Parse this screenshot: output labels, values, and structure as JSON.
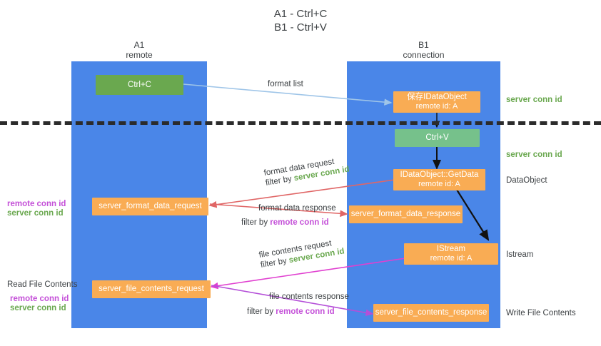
{
  "title": "A1 - Ctrl+C\nB1 - Ctrl+V",
  "lanes": {
    "a": {
      "name": "A1",
      "role": "remote",
      "header": "A1\nremote",
      "color": "#4a86e8"
    },
    "b": {
      "name": "B1",
      "role": "connection",
      "header": "B1\nconnection",
      "color": "#4a86e8"
    }
  },
  "nodes": {
    "ctrl_c": {
      "label": "Ctrl+C",
      "color": "#6aa84f"
    },
    "save_dataobject": {
      "line1": "保存IDataObject",
      "line2": "remote id: A",
      "color": "#f9ac54"
    },
    "ctrl_v": {
      "label": "Ctrl+V",
      "color": "#76c18b"
    },
    "getdata": {
      "line1": "IDataObject::GetData",
      "line2": "remote id: A",
      "color": "#f9ac54"
    },
    "istream": {
      "line1": "IStream",
      "line2": "remote id: A",
      "color": "#f9ac54"
    },
    "format_data_request": {
      "label": "server_format_data_request",
      "color": "#f9ac54"
    },
    "format_data_response": {
      "label": "server_format_data_response",
      "color": "#f9ac54"
    },
    "file_contents_request": {
      "label": "server_file_contents_request",
      "color": "#f9ac54"
    },
    "file_contents_response": {
      "label": "server_file_contents_response",
      "color": "#f9ac54"
    }
  },
  "edges": {
    "format_list": {
      "label": "format list",
      "color": "#9fc5e8"
    },
    "format_data_request": {
      "label": "format data request",
      "filter_prefix": "filter by ",
      "filter_id": "server conn id",
      "color": "#e06666"
    },
    "format_data_response": {
      "label": "format data response",
      "filter_prefix": "filter by ",
      "filter_id": "remote conn id",
      "color": "#e06666"
    },
    "file_contents_request": {
      "label": "file contents request",
      "filter_prefix": "filter by ",
      "filter_id": "server conn id",
      "color": "#e040d0"
    },
    "file_contents_response": {
      "label": "file contents response",
      "filter_prefix": "filter by ",
      "filter_id": "remote conn id",
      "color": "#b44fd8"
    }
  },
  "annotations": {
    "left": {
      "conn_ids_1": {
        "remote": "remote conn id",
        "server": "server conn id"
      },
      "read_file_contents": "Read File Contents",
      "conn_ids_2": {
        "remote": "remote conn id",
        "server": "server conn id"
      }
    },
    "right": {
      "server_conn_id_1": "server conn id",
      "server_conn_id_2": "server conn id",
      "dataobject": "DataObject",
      "istream": "Istream",
      "write_file_contents": "Write File Contents"
    }
  },
  "colors": {
    "lane": "#4a86e8",
    "green": "#6aa84f",
    "orange": "#f9ac54",
    "remote_conn_id": "#c450d8",
    "server_conn_id": "#6aa84f",
    "divider": "#2b2b2b"
  }
}
